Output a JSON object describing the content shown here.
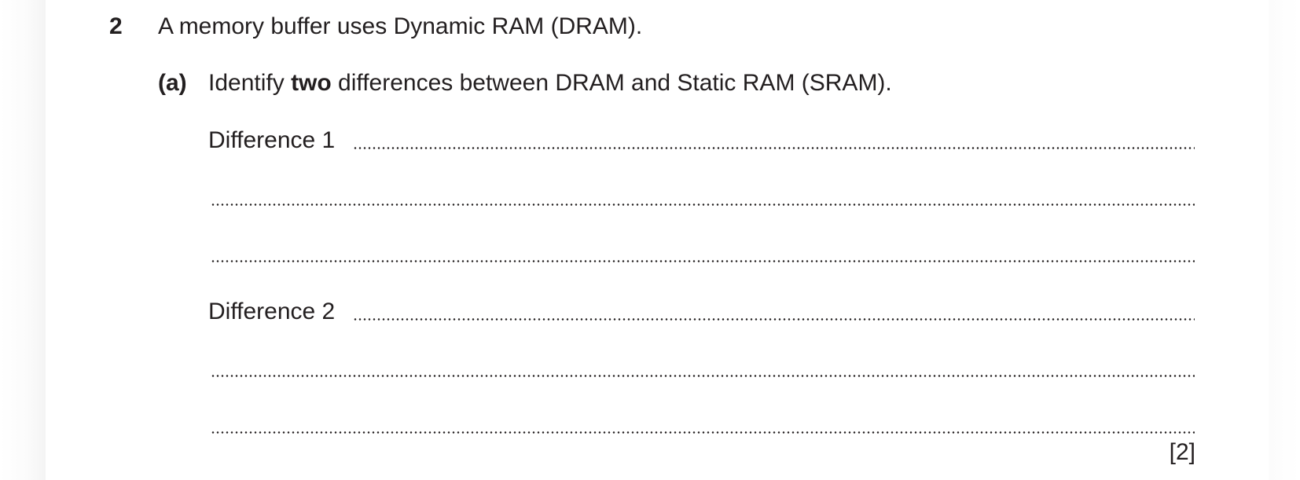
{
  "question": {
    "number": "2",
    "stem": "A memory buffer uses Dynamic RAM (DRAM).",
    "part_a": {
      "label": "(a)",
      "instruction_pre": "Identify ",
      "instruction_bold": "two",
      "instruction_post": " differences between DRAM and Static RAM (SRAM).",
      "difference_1_label": "Difference 1",
      "difference_2_label": "Difference 2",
      "marks": "[2]"
    }
  }
}
